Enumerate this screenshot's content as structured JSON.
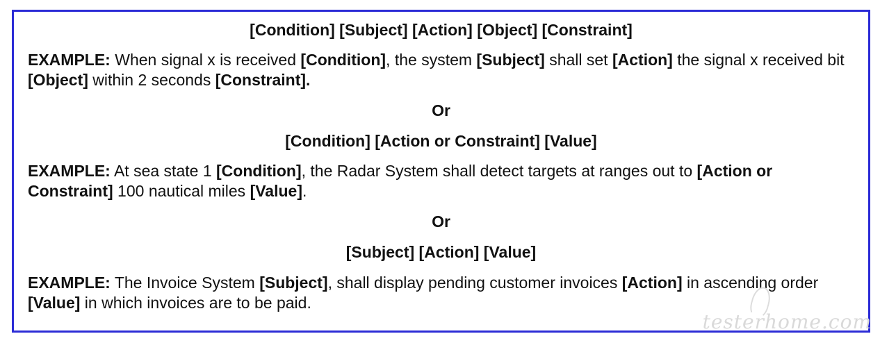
{
  "document": {
    "heading1": "[Condition] [Subject] [Action] [Object] [Constraint]",
    "example1": {
      "lead": "EXAMPLE:",
      "t1": " When signal x is received ",
      "b1": "[Condition]",
      "t2": ", the system ",
      "b2": "[Subject]",
      "t3": " shall set ",
      "b3": "[Action]",
      "t4": " the signal x received bit ",
      "b4": "[Object]",
      "t5": " within 2 seconds ",
      "b5": "[Constraint]."
    },
    "or1": "Or",
    "heading2": "[Condition] [Action or Constraint] [Value]",
    "example2": {
      "lead": "EXAMPLE:",
      "t1": " At sea state 1 ",
      "b1": "[Condition]",
      "t2": ", the Radar System shall detect targets at ranges out to ",
      "b2": "[Action or Constraint]",
      "t3": " 100 nautical miles ",
      "b3": "[Value]",
      "t4": "."
    },
    "or2": "Or",
    "heading3": "[Subject] [Action] [Value]",
    "example3": {
      "lead": "EXAMPLE:",
      "t1": " The Invoice System ",
      "b1": "[Subject]",
      "t2": ", shall display pending customer invoices ",
      "b2": "[Action]",
      "t3": " in ascending order ",
      "b3": "[Value]",
      "t4": " in which invoices are to be paid."
    }
  },
  "watermark": "testerhome.com",
  "colors": {
    "frame_border": "#2b2bd6",
    "text": "#111111",
    "watermark": "#d9d9d9"
  }
}
